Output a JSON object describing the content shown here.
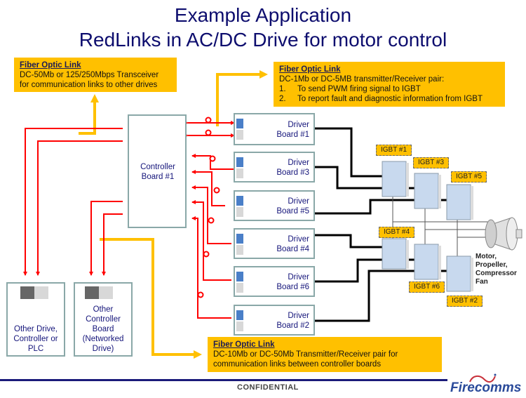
{
  "header": {
    "title_line1": "Example Application",
    "title_line2": "RedLinks in AC/DC Drive for motor control"
  },
  "callouts": {
    "other_drives": {
      "heading": "Fiber Optic Link",
      "line1": "DC-50Mb or 125/250Mbps Transceiver",
      "line2": "for communication links to other drives"
    },
    "igbt_link": {
      "heading": "Fiber Optic Link",
      "line1": "DC-1Mb or DC-5MB transmitter/Receiver pair:",
      "items": [
        {
          "num": "1.",
          "text": "To send PWM firing signal to IGBT"
        },
        {
          "num": "2.",
          "text": "To report fault and diagnostic information from IGBT"
        }
      ]
    },
    "controller_link": {
      "heading": "Fiber Optic Link",
      "line1": "DC-10Mb or DC-50Mb Transmitter/Receiver pair for",
      "line2": "communication links between controller boards"
    }
  },
  "controller": {
    "line1": "Controller",
    "line2": "Board #1"
  },
  "driver_boards": [
    {
      "line1": "Driver",
      "line2": "Board #1"
    },
    {
      "line1": "Driver",
      "line2": "Board #3"
    },
    {
      "line1": "Driver",
      "line2": "Board #5"
    },
    {
      "line1": "Driver",
      "line2": "Board #4"
    },
    {
      "line1": "Driver",
      "line2": "Board #6"
    },
    {
      "line1": "Driver",
      "line2": "Board #2"
    }
  ],
  "external_boards": {
    "other_drive": [
      "Other Drive,",
      "Controller or",
      "PLC"
    ],
    "other_controller": [
      "Other",
      "Controller",
      "Board",
      "(Networked",
      "Drive)"
    ]
  },
  "igbts": [
    "IGBT #1",
    "IGBT #3",
    "IGBT #5",
    "IGBT #4",
    "IGBT #6",
    "IGBT #2"
  ],
  "motor": {
    "lines": [
      "Motor,",
      "Propeller,",
      "Compressor",
      "Fan"
    ]
  },
  "footer": {
    "confidential": "CONFIDENTIAL",
    "logo_text": "Firecomms"
  },
  "colors": {
    "title": "#0d0d6e",
    "callout": "#ffc000",
    "link_red": "#ff0000",
    "board_border": "#8aa8a8",
    "connector_blue": "#4a7fc8",
    "connector_grey": "#d8d8d8",
    "connector_dark": "#666666"
  }
}
